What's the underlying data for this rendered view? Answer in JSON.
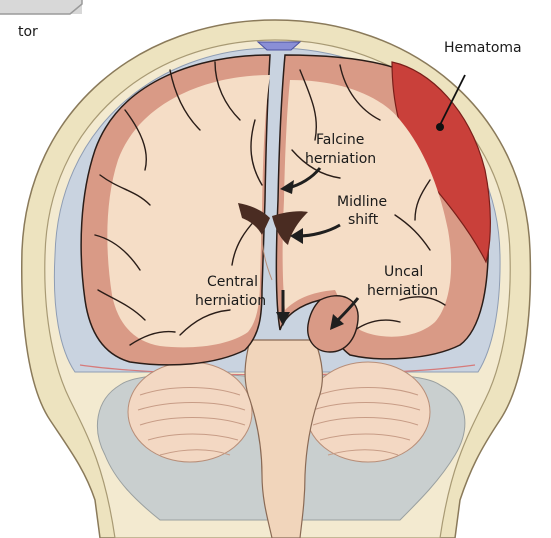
{
  "clipped_text": "tor",
  "labels": {
    "hematoma": "Hematoma",
    "falcine_1": "Falcine",
    "falcine_2": "herniation",
    "midline_1": "Midline",
    "midline_2": "shift",
    "central_1": "Central",
    "central_2": "herniation",
    "uncal_1": "Uncal",
    "uncal_2": "herniation"
  },
  "colors": {
    "scalp": "#ede3bf",
    "skull_outline": "#8a7a5a",
    "dura_space": "#c9d3e0",
    "cortex": "#d99a86",
    "white_matter": "#f5ddc6",
    "sulci": "#2a1d18",
    "hematoma": "#c9403a",
    "ventricle": "#4a2c22",
    "brainstem": "#f1d5bb",
    "cerebellum": "#f3d8c3",
    "posterior_fossa": "#c9cfcf",
    "sinus": "#8a8fd6",
    "arrow": "#1f1f1f"
  }
}
